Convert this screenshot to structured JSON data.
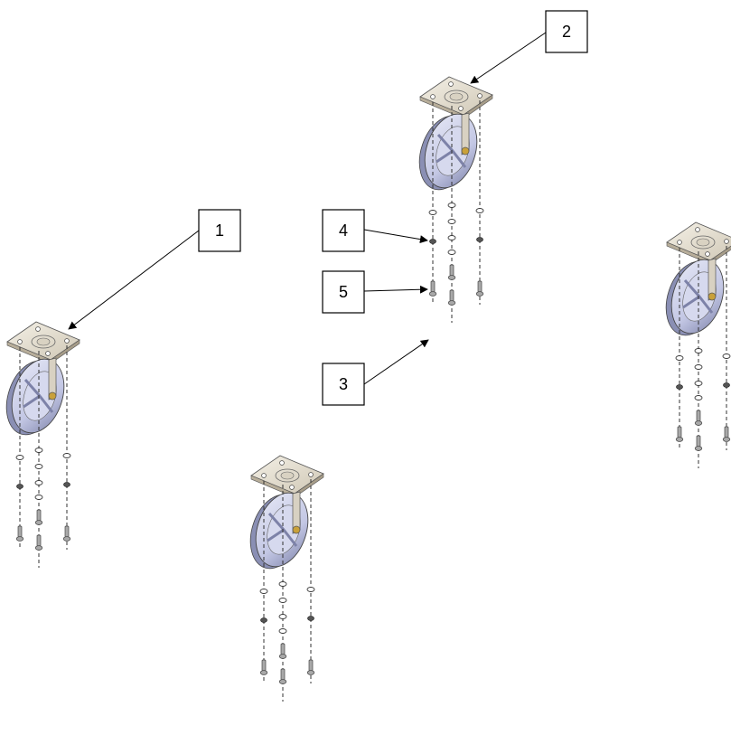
{
  "balloons": [
    {
      "number": "1"
    },
    {
      "number": "2"
    },
    {
      "number": "3"
    },
    {
      "number": "4"
    },
    {
      "number": "5"
    }
  ],
  "colors": {
    "wheel": "#c7cbe6",
    "wheel_shade": "#8e93b8",
    "plate": "#e3ddd0",
    "hardware": "#9a9a9a",
    "line": "#000000"
  }
}
